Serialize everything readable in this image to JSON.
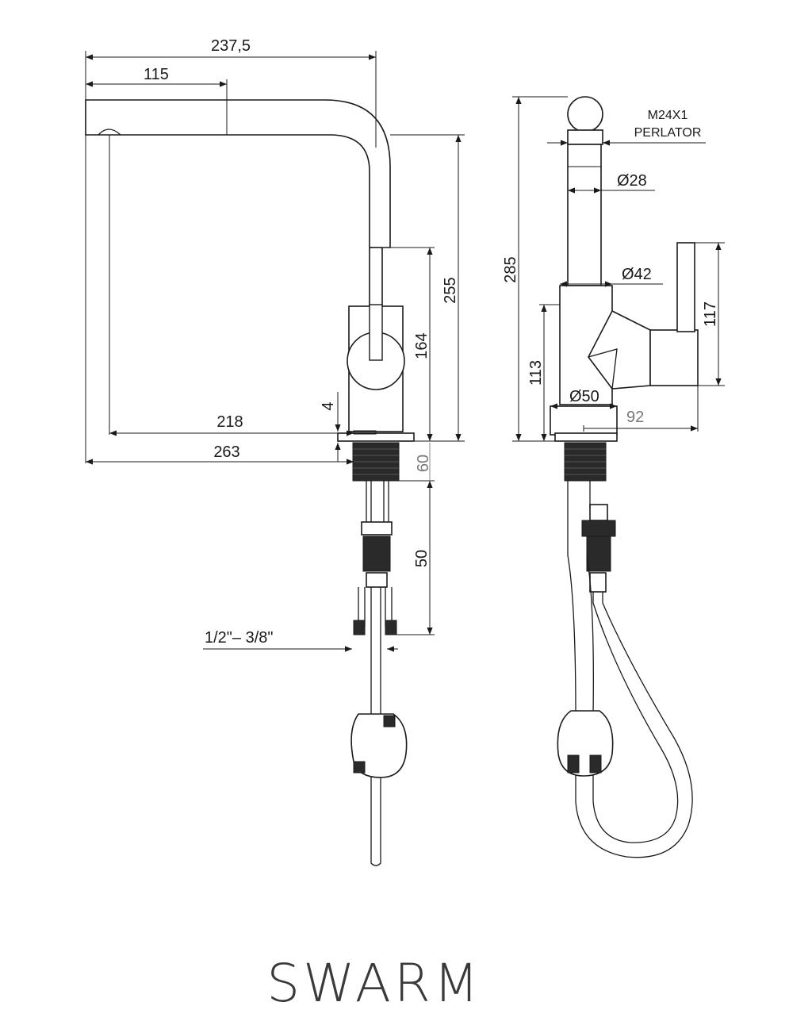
{
  "diagram": {
    "brand_name": "SWARM",
    "front_view": {
      "dim_total_width": "237,5",
      "dim_spout_top": "115",
      "dim_height_total": "255",
      "dim_body_height": "164",
      "dim_base_thickness": "4",
      "dim_reach_outlet": "218",
      "dim_reach_total": "263",
      "dim_shank": "60",
      "dim_hose": "50",
      "dim_connection": "1/2\"–  3/8\""
    },
    "side_view": {
      "label_thread": "M24X1",
      "label_aerator": "PERLATOR",
      "dim_spout_diameter": "Ø28",
      "dim_body_diameter": "Ø42",
      "dim_base_diameter": "Ø50",
      "dim_height": "285",
      "dim_lever": "117",
      "dim_body_height": "113",
      "dim_lever_reach": "92"
    },
    "colors": {
      "line": "#1a1a1a",
      "secondary": "#888888",
      "background": "#ffffff"
    }
  }
}
